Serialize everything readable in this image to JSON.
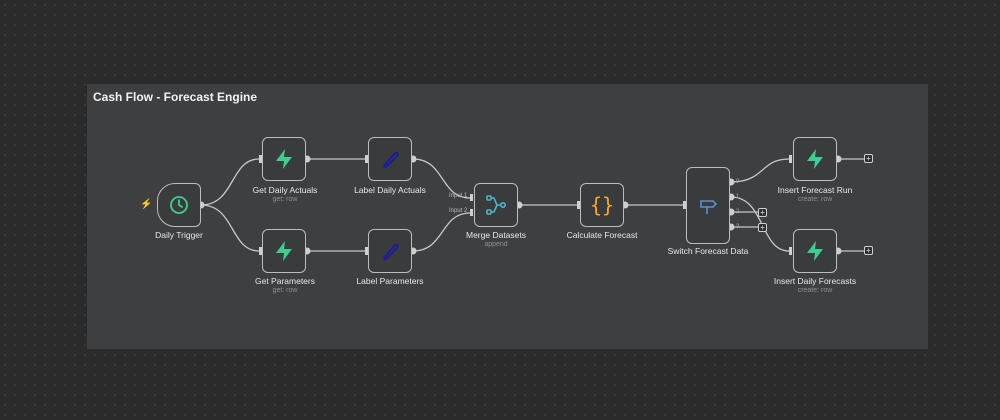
{
  "group": {
    "title": "Cash Flow - Forecast Engine"
  },
  "colors": {
    "supabase": "#3ecf8e",
    "set": "#1a1aa8",
    "trigger": "#3ecf8e",
    "merge": "#4db6c9",
    "code": "#f5a623",
    "switch": "#5b8fd6"
  },
  "nodes": {
    "daily_trigger": {
      "label": "Daily Trigger",
      "icon": "clock-icon"
    },
    "get_daily_actuals": {
      "label": "Get Daily Actuals",
      "sub": "get: row",
      "icon": "supabase-bolt-icon"
    },
    "label_daily_actuals": {
      "label": "Label Daily Actuals",
      "icon": "pencil-icon"
    },
    "get_parameters": {
      "label": "Get Parameters",
      "sub": "get: row",
      "icon": "supabase-bolt-icon"
    },
    "label_parameters": {
      "label": "Label Parameters",
      "icon": "pencil-icon"
    },
    "merge_datasets": {
      "label": "Merge Datasets",
      "sub": "append",
      "icon": "merge-icon",
      "inputs": [
        "Input 1",
        "Input 2"
      ]
    },
    "calculate_forecast": {
      "label": "Calculate Forecast",
      "icon": "code-braces-icon"
    },
    "switch_forecast_data": {
      "label": "Switch Forecast Data",
      "icon": "signpost-icon",
      "outputs": [
        "0",
        "1",
        "2",
        "3"
      ]
    },
    "insert_forecast_run": {
      "label": "Insert Forecast Run",
      "sub": "create: row",
      "icon": "supabase-bolt-icon"
    },
    "insert_daily_forecasts": {
      "label": "Insert Daily Forecasts",
      "sub": "create: row",
      "icon": "supabase-bolt-icon"
    }
  },
  "add_button_label": "+"
}
